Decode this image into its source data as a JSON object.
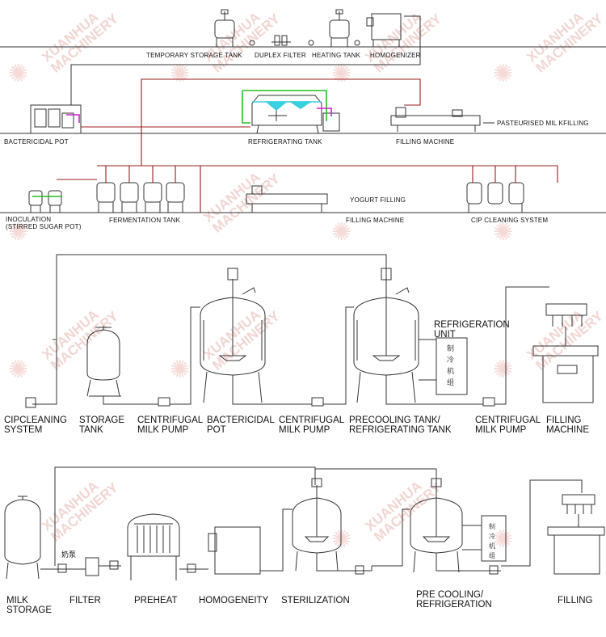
{
  "section1": {
    "labels": {
      "temporary_storage_tank": "TEMPORARY STORAGE TANK",
      "duplex_filter": "DUPLEX FILTER",
      "heating_tank": "HEATING TANK",
      "homogenizer": "HOMOGENIZER",
      "bactericidal_pot": "BACTERICIDAL POT",
      "refrigerating_tank": "REFRIGERATING TANK",
      "filling_machine_1": "FILLING MACHINE",
      "pasteurised_filling": "PASTEURISED MIL KFILLING",
      "inoculation": "INOCULATION\n(STIRRED SUGAR POT)",
      "fermentation_tank": "FERMENTATION TANK",
      "yogurt_filling": "YOGURT FILLING",
      "filling_machine_2": "FILLING MACHINE",
      "cip_cleaning_system": "CIP CLEANING SYSTEM"
    }
  },
  "section2": {
    "labels": {
      "cip_cleaning_system": "CIPCLEANING\nSYSTEM",
      "storage_tank": "STORAGE\nTANK",
      "centrifugal_pump_1": "CENTRIFUGAL\nMILK PUMP",
      "bactericidal_pot": "BACTERICIDAL\nPOT",
      "centrifugal_pump_2": "CENTRIFUGAL\nMILK PUMP",
      "precooling_tank": "PRECOOLING TANK/\nREFRIGERATING TANK",
      "centrifugal_pump_3": "CENTRIFUGAL\nMILK PUMP",
      "filling_machine": "FILLING\nMACHINE",
      "refrigeration_unit": "REFRIGERATION\nUNIT",
      "unit_chinese": "制冷机组"
    }
  },
  "section3": {
    "labels": {
      "milk_storage": "MILK\nSTORAGE",
      "filter": "FILTER",
      "preheat": "PREHEAT",
      "homogeneity": "HOMOGENEITY",
      "sterilization": "STERILIZATION",
      "pre_cooling": "PRE COOLING/\nREFRIGERATION",
      "filling": "FILLING",
      "milk_chinese": "奶泵",
      "unit_chinese": "制冷机组"
    }
  },
  "watermark": {
    "text": "XUANHUA\nMACHINERY",
    "color": "#e7b3ad"
  },
  "colors": {
    "pipe_red": "#9b1c1c",
    "pipe_green": "#22c022",
    "pipe_cyan": "#3ad0e0",
    "pipe_magenta": "#d020d0",
    "line": "#333333"
  }
}
